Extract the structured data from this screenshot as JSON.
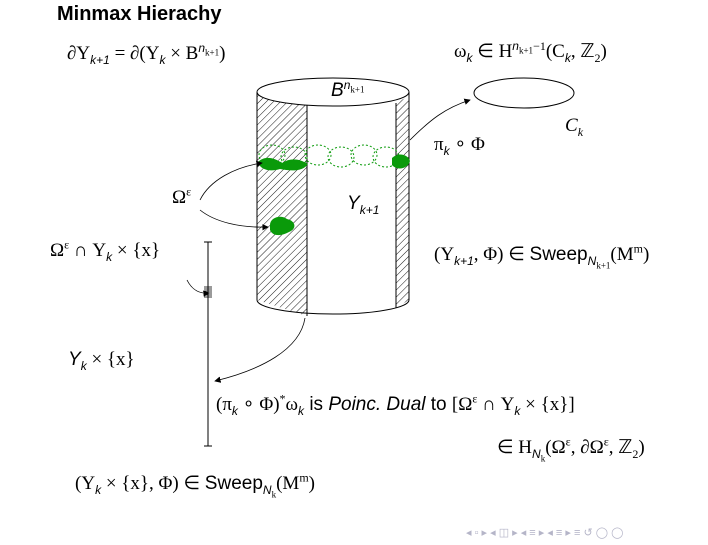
{
  "title": "Minmax Hierachy",
  "formulas": {
    "boundary_lhs": "∂Y",
    "boundary_lhs_sub": "k+1",
    "boundary_eq": " = ∂(Y",
    "boundary_k": "k",
    "boundary_times": " × B",
    "boundary_sup": "n",
    "boundary_sup_sub": "k+1",
    "boundary_close": ")",
    "omega_k": "ω",
    "omega_k_sub": "k",
    "omega_in": " ∈ H",
    "omega_sup": "n",
    "omega_sup_sub": "k+1",
    "omega_sup_rest": "−1",
    "omega_args": "(C",
    "omega_args_sub": "k",
    "omega_args_rest": ", ℤ",
    "omega_z_sub": "2",
    "omega_close": ")",
    "ball_label": "B",
    "ball_sup": "n",
    "ball_sup_sub": "k+1",
    "c_k": "C",
    "c_k_sub": "k",
    "pi_phi": "π",
    "pi_phi_sub": "k",
    "pi_phi_rest": " ∘ Φ",
    "omega_eps": "Ω",
    "omega_eps_sup": "ε",
    "y_k1": "Y",
    "y_k1_sub": "k+1",
    "intersection": "Ω",
    "intersection_sup": "ε",
    "intersection_rest": " ∩ Y",
    "intersection_sub": "k",
    "intersection_end": " × {x}",
    "sweep_k1_open": "(Y",
    "sweep_k1_sub": "k+1",
    "sweep_k1_phi": ", Φ) ∈ ",
    "sweep_word": "Sweep",
    "sweep_k1_N": "N",
    "sweep_k1_Nsub": "k+1",
    "sweep_k1_M": "(M",
    "sweep_k1_Msup": "m",
    "sweep_k1_close": ")",
    "yk_x": "Y",
    "yk_x_sub": "k",
    "yk_x_rest": " × {x}",
    "dual_open": "(π",
    "dual_sub": "k",
    "dual_phi": " ∘ Φ)",
    "dual_star": "*",
    "dual_omega": "ω",
    "dual_omega_sub": "k",
    "dual_is": " is ",
    "dual_poinc": "Poinc. Dual",
    "dual_to": " to ",
    "dual_bracket": "[Ω",
    "dual_bracket_sup": "ε",
    "dual_bracket_rest": " ∩ Y",
    "dual_bracket_sub": "k",
    "dual_bracket_end": " × {x}]",
    "homology_in": "∈ H",
    "homology_N": "N",
    "homology_Nsub": "k",
    "homology_args": "(Ω",
    "homology_sup1": "ε",
    "homology_mid": ", ∂Ω",
    "homology_sup2": "ε",
    "homology_end": ", ℤ",
    "homology_z_sub": "2",
    "homology_close": ")",
    "sweep_k_open": "(Y",
    "sweep_k_sub": "k",
    "sweep_k_rest": " × {x}, Φ) ∈ ",
    "sweep_k_N": "N",
    "sweep_k_Nsub": "k",
    "sweep_k_M": "(M",
    "sweep_k_Msup": "m",
    "sweep_k_close": ")"
  },
  "nav_controls": "◂ ▫ ▸ ◂ ◫ ▸ ◂ ≡ ▸ ◂ ≡ ▸ ≡ ↺ ◯ ◯",
  "colors": {
    "accent_blob": "#0a9a0a",
    "line": "#000000"
  }
}
